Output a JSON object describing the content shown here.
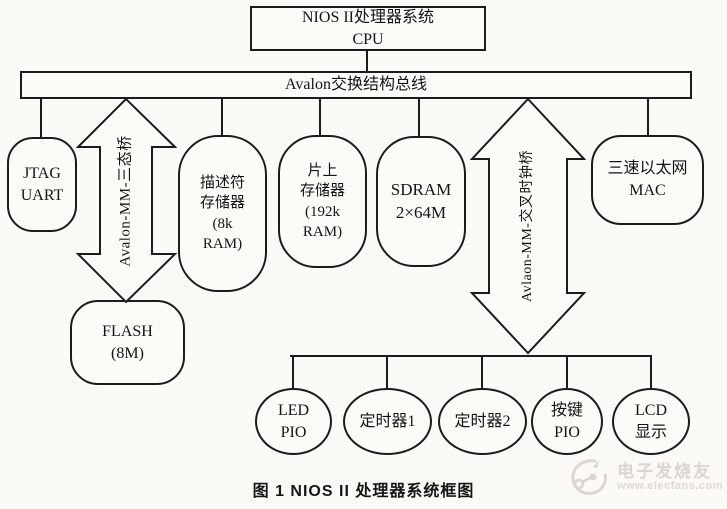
{
  "cpu_box": {
    "line1": "NIOS II处理器系统",
    "line2": "CPU"
  },
  "bus_label": "Avalon交换结构总线",
  "bridges": {
    "tristate": "Avalon-MM-三态桥",
    "clock_crossing": "Avlaon-MM-交叉时钟桥"
  },
  "nodes": {
    "jtag": {
      "lines": [
        "JTAG",
        "UART"
      ]
    },
    "desc_mem": {
      "lines": [
        "描述符",
        "存储器",
        "(8k",
        "RAM)"
      ]
    },
    "onchip_mem": {
      "lines": [
        "片上",
        "存储器",
        "(192k",
        "RAM)"
      ]
    },
    "sdram": {
      "lines": [
        "SDRAM",
        "2×64M"
      ]
    },
    "mac": {
      "lines": [
        "三速以太网",
        "MAC"
      ]
    },
    "flash": {
      "lines": [
        "FLASH",
        "(8M)"
      ]
    },
    "led_pio": {
      "lines": [
        "LED",
        "PIO"
      ]
    },
    "timer1": {
      "lines": [
        "定时器1"
      ]
    },
    "timer2": {
      "lines": [
        "定时器2"
      ]
    },
    "key_pio": {
      "lines": [
        "按键",
        "PIO"
      ]
    },
    "lcd": {
      "lines": [
        "LCD",
        "显示"
      ]
    }
  },
  "caption": "图 1  NIOS II 处理器系统框图",
  "watermark": {
    "name": "电子发烧友",
    "url": "www.elecfans.com"
  },
  "colors": {
    "line": "#1c1c1c",
    "background": "#fbfaf7",
    "watermark": "#dcd5d2"
  }
}
